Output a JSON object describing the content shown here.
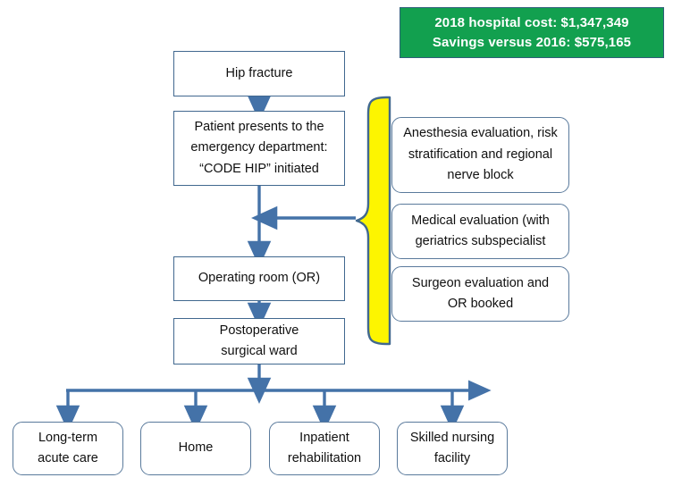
{
  "figure": {
    "kind": "flowchart",
    "background": "#ffffff"
  },
  "colors": {
    "arrow_blue": "#4472a8",
    "box_border_blue": "#41688f",
    "rounded_border_blue": "#5a7a9c",
    "callout_green": "#12a04f",
    "callout_border": "#2f5f7a",
    "callout_text": "#ffffff",
    "brace_yellow": "#fdf500",
    "brace_outline": "#41688f",
    "node_text": "#101010"
  },
  "callout": {
    "line1": "2018 hospital cost: $1,347,349",
    "line2": "Savings versus 2016: $575,165",
    "cost_year": "2018",
    "cost_value": "$1,347,349",
    "savings_year": "2016",
    "savings_value": "$575,165"
  },
  "main_flow": [
    {
      "id": "hip-fracture",
      "label": "Hip fracture"
    },
    {
      "id": "patient-presents",
      "label": "Patient presents to the\nemergency department:\n“CODE HIP” initiated"
    },
    {
      "id": "operating-room",
      "label": "Operating room (OR)"
    },
    {
      "id": "postoperative-ward",
      "label": "Postoperative\nsurgical ward"
    }
  ],
  "parallel_evaluations": {
    "brace_label": "parallel-evaluation-brace",
    "items": [
      {
        "id": "anesthesia-evaluation",
        "label": "Anesthesia evaluation, risk\nstratification and regional\nnerve block"
      },
      {
        "id": "medical-evaluation",
        "label": "Medical evaluation (with\ngeriatrics subspecialist"
      },
      {
        "id": "surgeon-evaluation",
        "label": "Surgeon evaluation and\nOR booked"
      }
    ]
  },
  "dispositions": [
    {
      "id": "long-term-acute-care",
      "label": "Long-term\nacute care"
    },
    {
      "id": "home",
      "label": "Home"
    },
    {
      "id": "inpatient-rehabilitation",
      "label": "Inpatient\nrehabilitation"
    },
    {
      "id": "skilled-nursing-facility",
      "label": "Skilled nursing\nfacility"
    }
  ]
}
